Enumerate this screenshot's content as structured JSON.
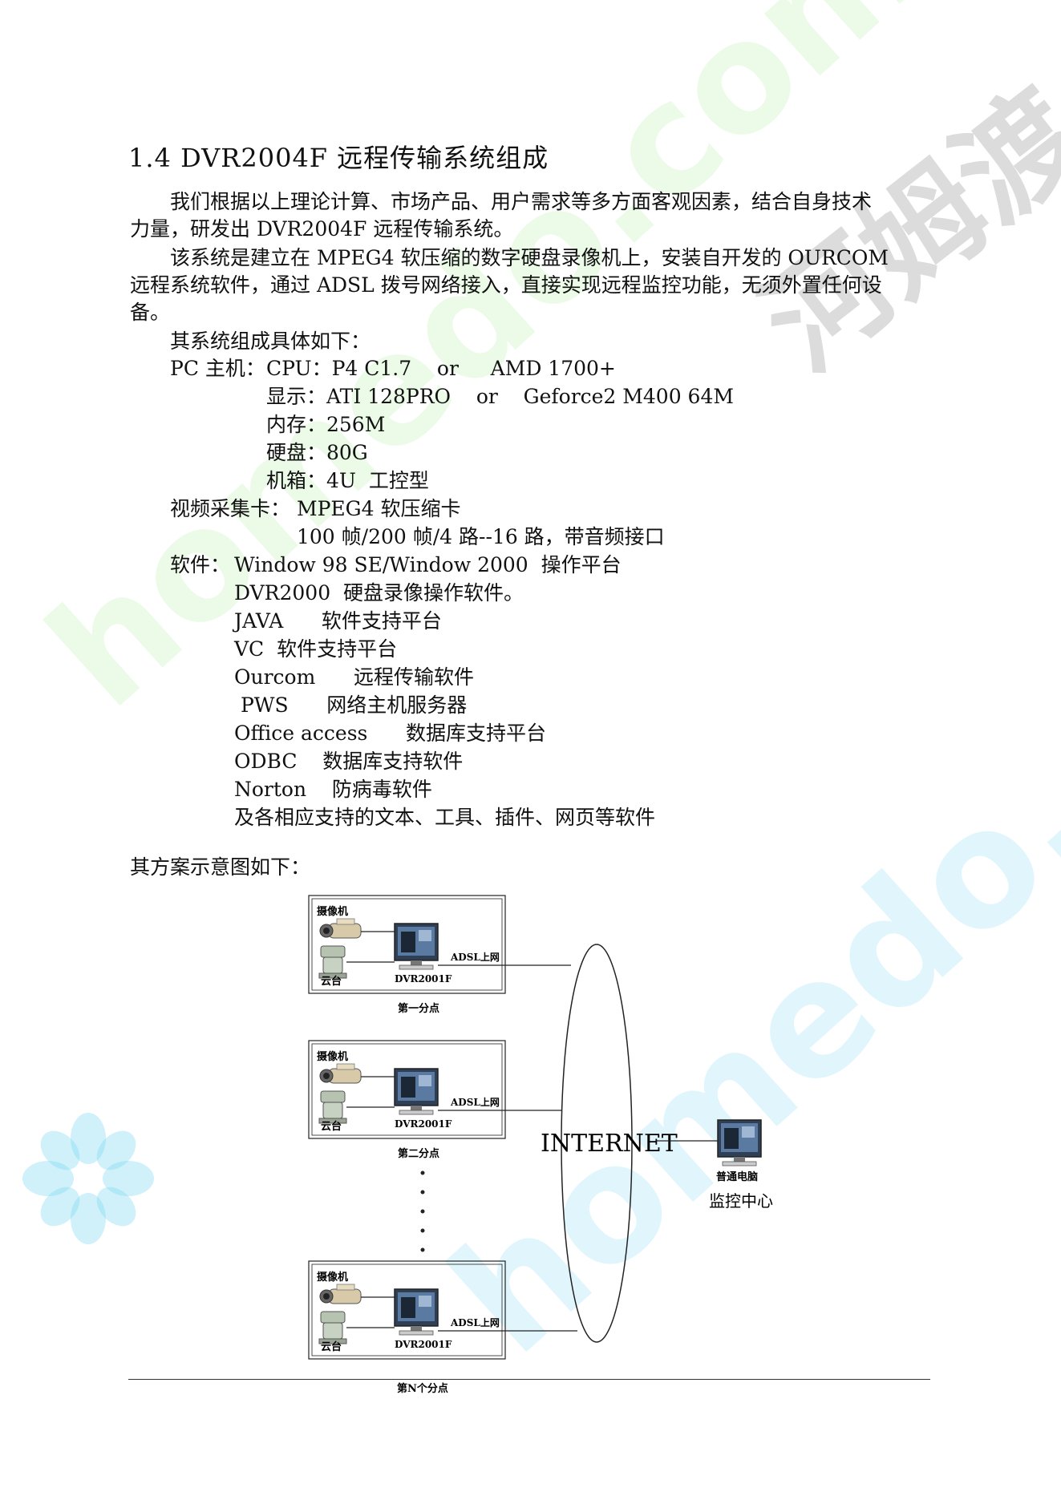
{
  "watermarks": {
    "green": "homedo.com",
    "blue": "homedo.com",
    "gray": "河姆渡"
  },
  "heading": "1.4 DVR2004F 远程传输系统组成",
  "paragraphs": {
    "p1_line1": "我们根据以上理论计算、市场产品、用户需求等多方面客观因素，结合自身技术",
    "p1_line2": "力量，研发出 DVR2004F 远程传输系统。",
    "p2_line1": "该系统是建立在 MPEG4 软压缩的数字硬盘录像机上，安装自开发的 OURCOM",
    "p2_line2": "远程系统软件，通过 ADSL 拨号网络接入，直接实现远程监控功能，无须外置任何设",
    "p2_line3": "备。",
    "p3": "其系统组成具体如下："
  },
  "specs": {
    "pc_label": "PC 主机：",
    "cpu": "CPU：P4 C1.7    or     AMD 1700+",
    "display": "显示：ATI 128PRO    or    Geforce2 M400 64M",
    "memory": "内存：256M",
    "disk": "硬盘：80G",
    "chassis": "机箱：4U  工控型",
    "capture_label": "视频采集卡：",
    "capture_1": "MPEG4 软压缩卡",
    "capture_2": "100 帧/200 帧/4 路--16 路，带音频接口",
    "software_label": "软件：",
    "software": [
      "Window 98 SE/Window 2000  操作平台",
      "DVR2000  硬盘录像操作软件。",
      "JAVA      软件支持平台",
      "VC  软件支持平台",
      "Ourcom      远程传输软件",
      " PWS      网络主机服务器",
      "Office access      数据库支持平台",
      "ODBC    数据库支持软件",
      "Norton    防病毒软件",
      "及各相应支持的文本、工具、插件、网页等软件"
    ]
  },
  "diagram_intro": "其方案示意图如下：",
  "diagram": {
    "camera_label": "摄像机",
    "ptz_label": "云台",
    "dvr_label": "DVR2001F",
    "adsl_label": "ADSL上网",
    "site_1": "第一分点",
    "site_2": "第二分点",
    "site_n": "第N个分点",
    "cloud_label": "INTERNET",
    "pc_label": "普通电脑",
    "center_label": "监控中心"
  }
}
